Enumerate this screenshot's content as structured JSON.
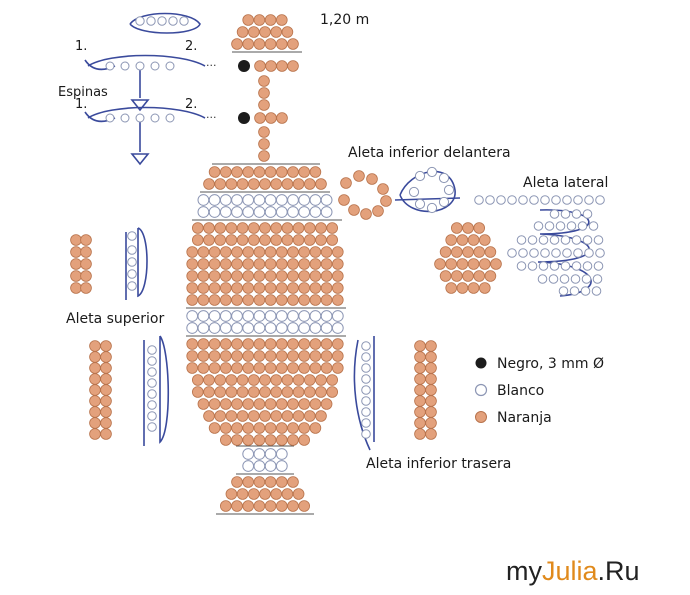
{
  "length_label": "1,20 m",
  "espinas": {
    "title": "Espinas",
    "step_1": "1.",
    "step_2": "2."
  },
  "fins": {
    "lower_front": "Aleta inferior delantera",
    "lateral": "Aleta lateral",
    "upper": "Aleta superior",
    "lower_rear": "Aleta inferior trasera"
  },
  "legend": [
    {
      "label": "Negro, 3 mm Ø",
      "color": "#1c1c1c",
      "kind": "black"
    },
    {
      "label": "Blanco",
      "color": "#ffffff",
      "kind": "white"
    },
    {
      "label": "Naranja",
      "color": "#e3a17c",
      "kind": "orange"
    }
  ],
  "watermark": {
    "prefix": "my",
    "accent": "Julia",
    "suffix": ".Ru",
    "accent_color": "#e08a1c"
  },
  "colors": {
    "orange": "#e3a17c",
    "orange_edge": "#b8734c",
    "white_edge": "#8c96b4",
    "thread": "#3a4a9c",
    "black": "#1c1c1c"
  }
}
